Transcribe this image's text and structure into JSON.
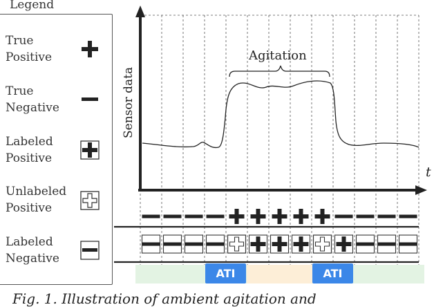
{
  "legend": {
    "title": "Legend",
    "items": [
      {
        "line1": "True",
        "line2": "Positive",
        "icon": "true-positive-plus-icon"
      },
      {
        "line1": "True",
        "line2": "Negative",
        "icon": "true-negative-minus-icon"
      },
      {
        "line1": "Labeled",
        "line2": "Positive",
        "icon": "labeled-positive-plus-icon"
      },
      {
        "line1": "Unlabeled",
        "line2": "Positive",
        "icon": "unlabeled-positive-outline-plus-icon"
      },
      {
        "line1": "Labeled",
        "line2": "Negative",
        "icon": "labeled-negative-minus-icon"
      }
    ]
  },
  "plot": {
    "y_axis_label": "Sensor data",
    "x_axis_label": "t",
    "annotation": "Agitation"
  },
  "true_labels": [
    "-",
    "-",
    "-",
    "-",
    "+",
    "+",
    "+",
    "+",
    "+",
    "-",
    "-",
    "-",
    "-"
  ],
  "observed_labels": [
    "L-",
    "L-",
    "L-",
    "L-",
    "U+",
    "L+",
    "L+",
    "L+",
    "U+",
    "L+",
    "L-",
    "L-",
    "L-"
  ],
  "ati_label": "ATI",
  "colors": {
    "ati_blue": "#3b87e8",
    "green_band": "#e3f3e3",
    "orange_band": "#fdeed7",
    "axis": "#222222"
  },
  "caption": "Fig. 1. Illustration of ambient agitation and"
}
